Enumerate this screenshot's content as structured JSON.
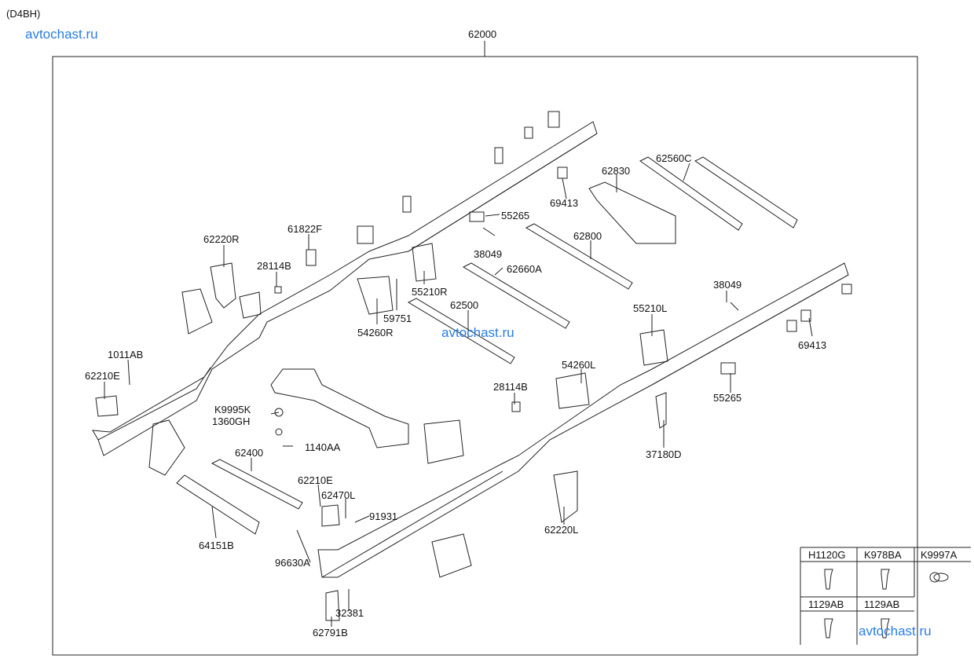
{
  "header": {
    "model_code": "(D4BH)",
    "watermark_top": "avtochast.ru",
    "watermark_mid": "avtochast.ru",
    "watermark_bottom": "avtochast.ru"
  },
  "assembly_number": "62000",
  "part_labels": {
    "p62220R": "62220R",
    "p61822F": "61822F",
    "p28114B_top": "28114B",
    "p55265_top": "55265",
    "p38049_top": "38049",
    "p69413_top": "69413",
    "p62830": "62830",
    "p62560C": "62560C",
    "p62800": "62800",
    "p62660A": "62660A",
    "p55210R": "55210R",
    "p59751": "59751",
    "p54260R": "54260R",
    "p62500": "62500",
    "p1011AB": "1011AB",
    "p62210E_left": "62210E",
    "pK9995K": "K9995K",
    "p1360GH": "1360GH",
    "p1140AA": "1140AA",
    "p62400": "62400",
    "p62210E_mid": "62210E",
    "p62470L": "62470L",
    "p91931": "91931",
    "p64151B": "64151B",
    "p96630A": "96630A",
    "p32381": "32381",
    "p62791B": "62791B",
    "p28114B_mid": "28114B",
    "p54260L": "54260L",
    "p55210L": "55210L",
    "p38049_right": "38049",
    "p69413_right": "69413",
    "p55265_right": "55265",
    "p37180D": "37180D",
    "p62220L": "62220L"
  },
  "legend": {
    "headers": [
      "H1120G",
      "K978BA",
      "K9997A"
    ],
    "headers2": [
      "1129AB",
      "1129AB"
    ]
  },
  "colors": {
    "line": "#222222",
    "watermark": "#2a7de1"
  }
}
